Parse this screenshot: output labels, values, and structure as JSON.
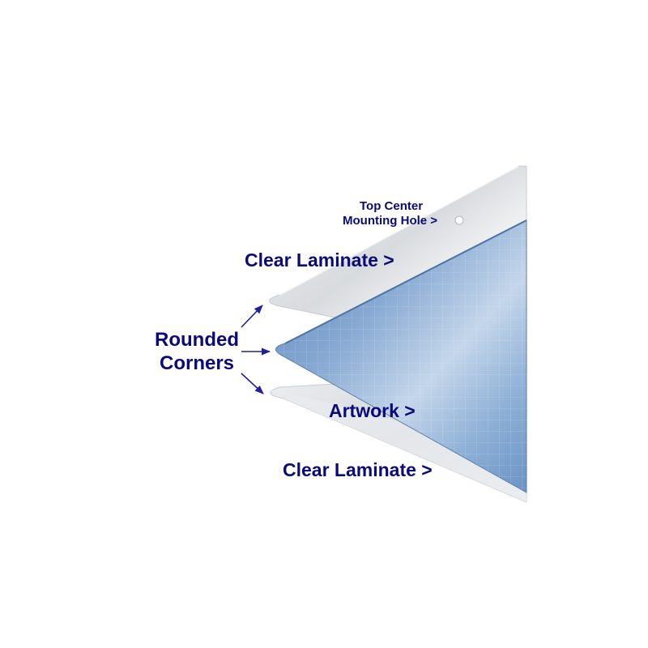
{
  "colors": {
    "label": "#0a0a7a",
    "arrow": "#1f1fa0",
    "artwork": "#6f96c4",
    "laminate": "#d9dcdf"
  },
  "labels": {
    "mounting_hole_line1": "Top Center",
    "mounting_hole_line2": "Mounting Hole >",
    "top_laminate": "Clear Laminate >",
    "rounded_corners_line1": "Rounded",
    "rounded_corners_line2": "Corners",
    "artwork": "Artwork >",
    "bottom_laminate": "Clear Laminate >"
  }
}
